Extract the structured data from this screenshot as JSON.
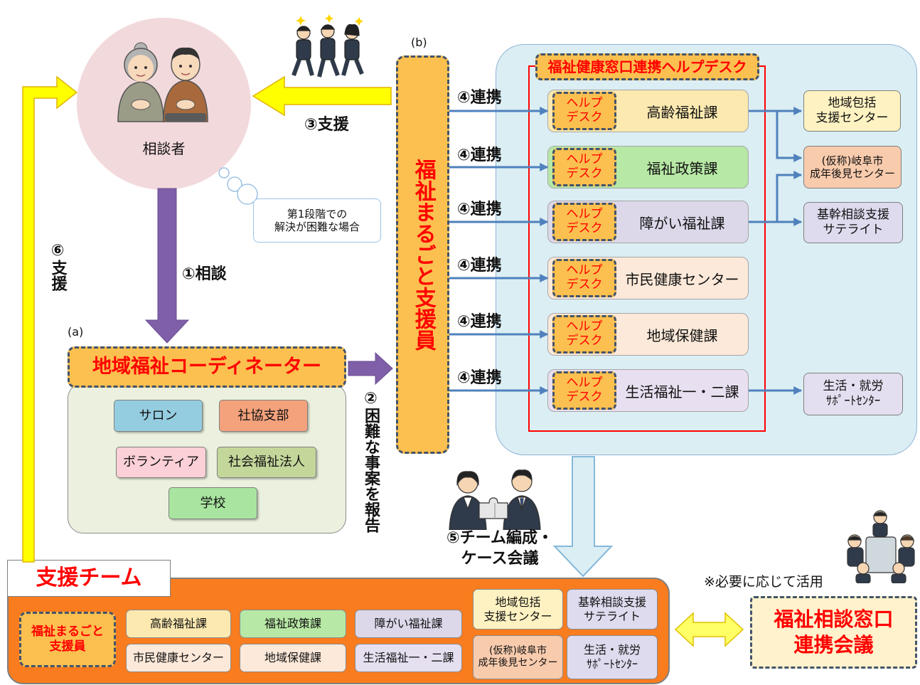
{
  "consultant": {
    "label": "相談者"
  },
  "speech_bubble": "第1段階での\n解決が困難な場合",
  "flow": {
    "consult": "①相談",
    "report": "②困難な事案を報告",
    "support_3": "③支援",
    "team_meeting": "⑤チーム編成・\nケース会議",
    "support_6": "⑥支援"
  },
  "section_a": {
    "marker": "(a)",
    "coordinator": "地域福祉コーディネーター",
    "community": [
      "サロン",
      "社協支部",
      "ボランティア",
      "社会福祉法人",
      "学校"
    ]
  },
  "section_b": {
    "marker": "(b)",
    "staff": "福祉まるごと支援員"
  },
  "helpdesk": {
    "title": "福祉健康窓口連携ヘルプデスク",
    "tag": "ヘルプ\nデスク",
    "link_labels": [
      "④連携",
      "④連携",
      "④連携",
      "④連携",
      "④連携",
      "④連携"
    ],
    "departments": [
      {
        "name": "高齢福祉課"
      },
      {
        "name": "福祉政策課"
      },
      {
        "name": "障がい福祉課"
      },
      {
        "name": "市民健康センター"
      },
      {
        "name": "地域保健課"
      },
      {
        "name": "生活福祉一・二課"
      }
    ]
  },
  "external": {
    "comprehensive": "地域包括\n支援センター",
    "guardianship": "(仮称)岐阜市\n成年後見センター",
    "core_consult": "基幹相談支援\nサテライト",
    "livelihood": "生活・就労\nｻﾎﾟｰﾄｾﾝﾀｰ"
  },
  "team": {
    "title": "支援チーム",
    "staff": "福祉まるごと\n支援員",
    "members": [
      "高齢福祉課",
      "福祉政策課",
      "障がい福祉課",
      "市民健康センター",
      "地域保健課",
      "生活福祉一・二課",
      "地域包括\n支援センター",
      "基幹相談支援\nサテライト",
      "(仮称)岐阜市\n成年後見センター",
      "生活・就労\nｻﾎﾟｰﾄｾﾝﾀｰ"
    ]
  },
  "conference": {
    "note": "※必要に応じて活用",
    "name": "福祉相談窓口\n連携会議"
  },
  "colors": {
    "accent_orange": "#fbc04f",
    "title_red": "#ff0000",
    "panel_blue": "#dbeef4",
    "team_orange": "#f97c1f",
    "link_blue": "#4f81bd",
    "support_yellow": "#ffff00",
    "consult_purple": "#7f5fa8"
  }
}
